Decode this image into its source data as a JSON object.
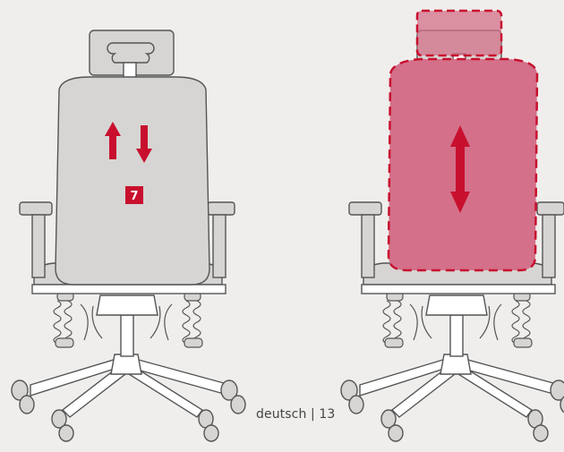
{
  "manual": {
    "step_badge": "7",
    "language": "deutsch",
    "separator": "|",
    "page_number": "13"
  },
  "colors": {
    "background": "#efeeec",
    "chair_gray": "#d6d5d3",
    "outline": "#555555",
    "accent": "#c8102e",
    "highlight_fill": "#d4708a"
  },
  "icons": [
    "arrow-up-icon",
    "arrow-down-icon",
    "double-arrow-icon"
  ]
}
